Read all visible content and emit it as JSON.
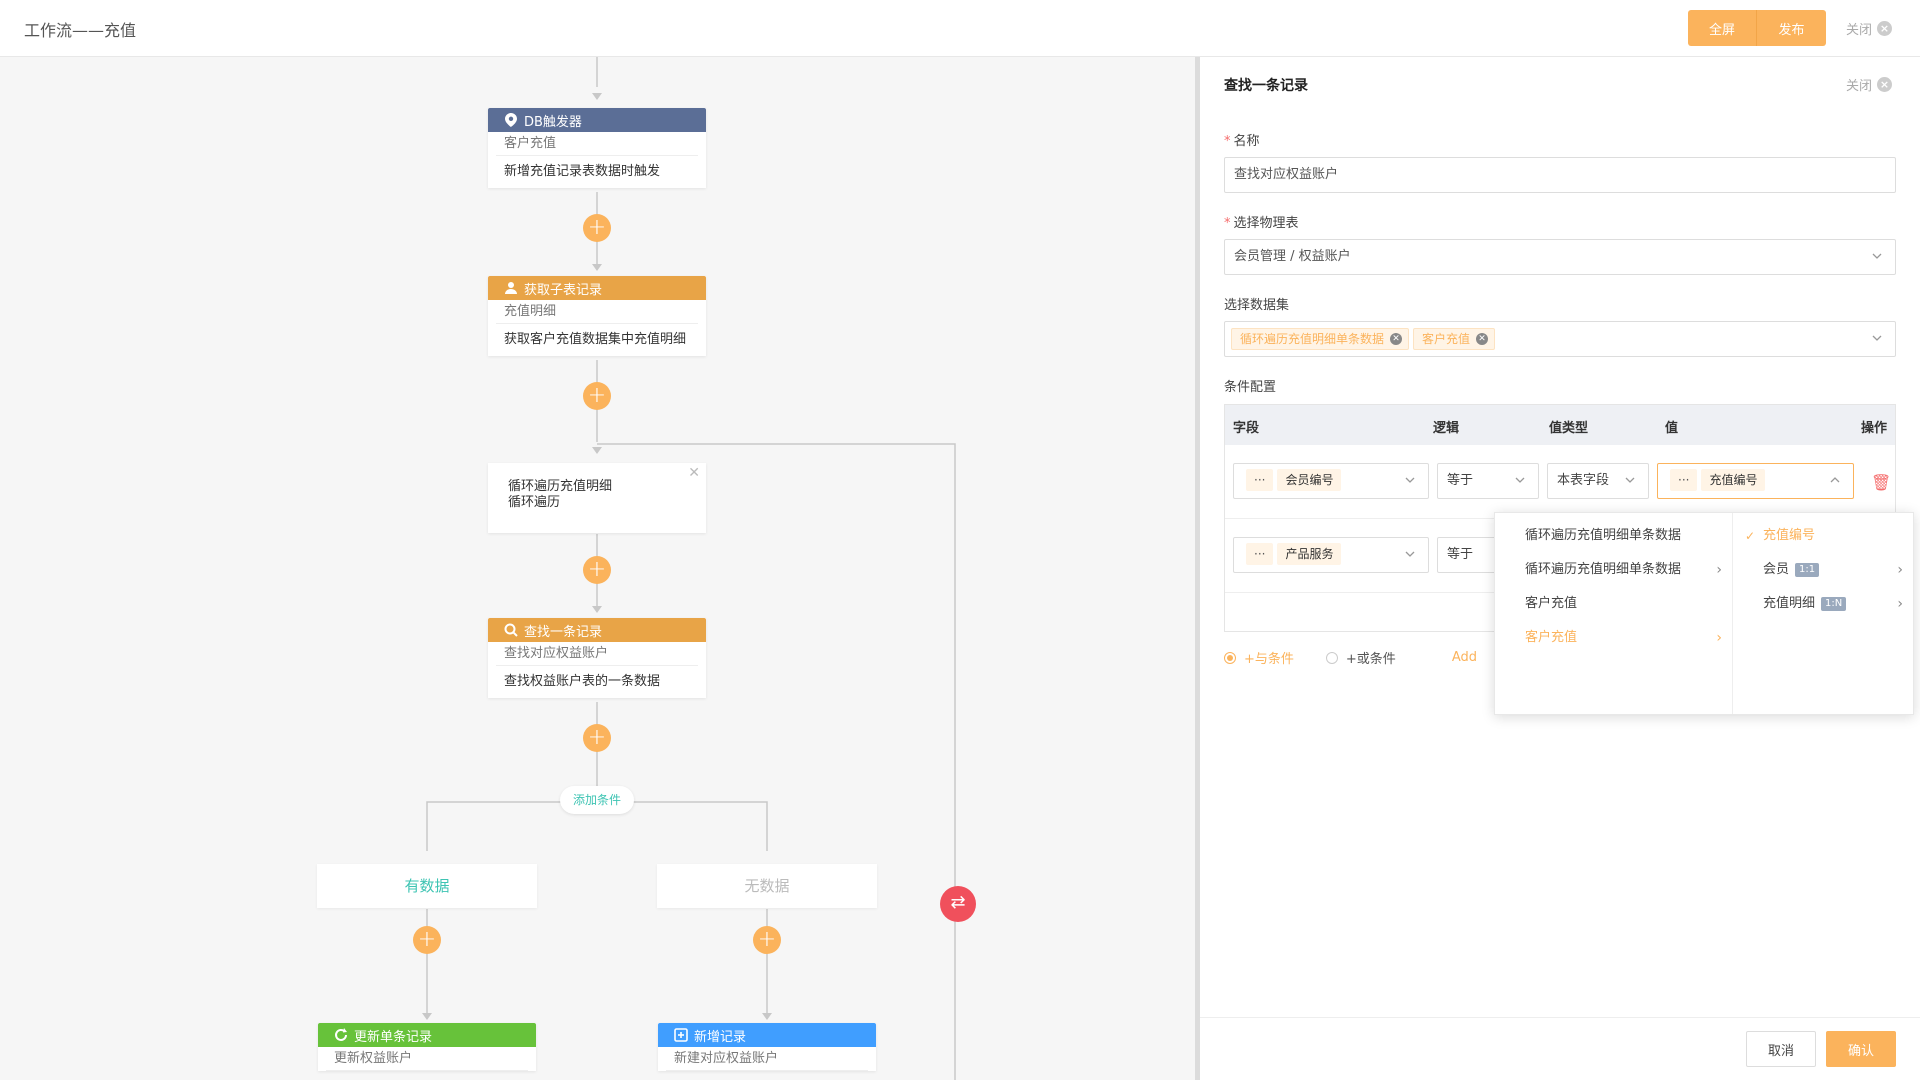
{
  "header": {
    "title": "工作流——充值",
    "fullscreen_label": "全屏",
    "publish_label": "发布",
    "close_label": "关闭"
  },
  "canvas": {
    "nodes": [
      {
        "type": "DB触发器",
        "name": "客户充值",
        "desc": "新增充值记录表数据时触发",
        "color": "#5b6e96",
        "icon": "location-pin-icon"
      },
      {
        "type": "获取子表记录",
        "name": "充值明细",
        "desc": "获取客户充值数据集中充值明细",
        "color": "#e8a447",
        "icon": "user-download-icon"
      },
      {
        "type": "查找一条记录",
        "name": "查找对应权益账户",
        "desc": "查找权益账户表的一条数据",
        "color": "#e8a447",
        "icon": "search-icon"
      },
      {
        "type": "更新单条记录",
        "name": "更新权益账户",
        "desc": "",
        "color": "#67c23a",
        "icon": "refresh-icon"
      },
      {
        "type": "新增记录",
        "name": "新建对应权益账户",
        "desc": "",
        "color": "#409eff",
        "icon": "add-record-icon"
      }
    ],
    "loop": {
      "line1": "循环遍历充值明细",
      "line2": "循环遍历"
    },
    "add_condition": "添加条件",
    "branches": [
      {
        "label": "有数据",
        "color": "#3ec4b3"
      },
      {
        "label": "无数据",
        "color": "#bbbbbb"
      }
    ]
  },
  "panel": {
    "title": "查找一条记录",
    "close_label": "关闭",
    "name_label": "名称",
    "name_value": "查找对应权益账户",
    "table_label": "选择物理表",
    "table_value": "会员管理 / 权益账户",
    "dataset_label": "选择数据集",
    "dataset_tags": [
      "循环遍历充值明细单条数据",
      "客户充值"
    ],
    "condition_label": "条件配置",
    "columns": {
      "field": "字段",
      "logic": "逻辑",
      "value_type": "值类型",
      "value": "值",
      "op": "操作"
    },
    "rows": [
      {
        "field_prefix": "···",
        "field": "会员编号",
        "logic": "等于",
        "value_type": "本表字段",
        "value_prefix": "···",
        "value": "充值编号"
      },
      {
        "field_prefix": "···",
        "field": "产品服务",
        "logic": "等于"
      }
    ],
    "and_label": "+与条件",
    "or_label": "+或条件",
    "add_label": "Add",
    "cascader": {
      "col1": [
        "循环遍历充值明细单条数据",
        "循环遍历充值明细单条数据",
        "客户充值",
        "客户充值"
      ],
      "col2": [
        {
          "label": "充值编号",
          "badge": ""
        },
        {
          "label": "会员",
          "badge": "1:1"
        },
        {
          "label": "充值明细",
          "badge": "1:N"
        }
      ]
    },
    "cancel_label": "取消",
    "confirm_label": "确认"
  }
}
